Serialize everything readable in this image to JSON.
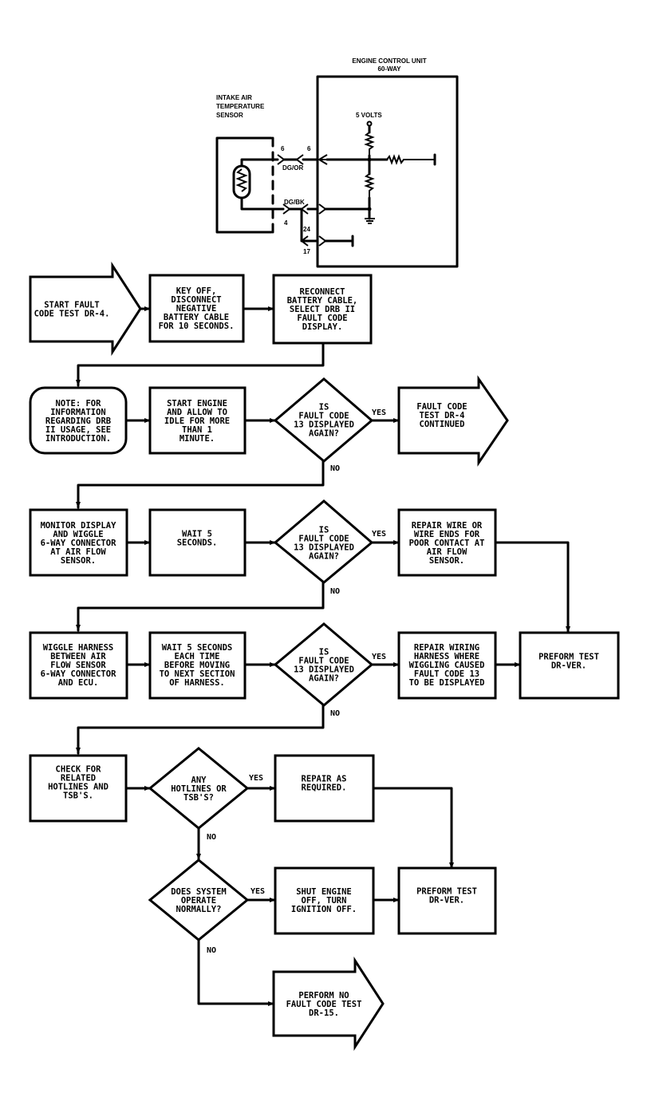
{
  "schematic": {
    "ecu_title": "ENGINE CONTROL UNIT",
    "ecu_subtitle": "60-WAY",
    "sensor_line1": "INTAKE AIR",
    "sensor_line2": "TEMPERATURE",
    "sensor_line3": "SENSOR",
    "volts": "5 VOLTS",
    "wire1": "DG/OR",
    "wire2": "DG/BK",
    "pin_sensor_a": "6",
    "pin_sensor_b": "4",
    "pin_ecu_a": "6",
    "pin_ecu_b": "24",
    "pin_ecu_c": "17"
  },
  "flow": {
    "start": [
      "START FAULT",
      "CODE TEST DR-4."
    ],
    "key_off": [
      "KEY OFF,",
      "DISCONNECT",
      "NEGATIVE",
      "BATTERY CABLE",
      "FOR 10 SECONDS."
    ],
    "reconnect": [
      "RECONNECT",
      "BATTERY CABLE,",
      "SELECT DRB II",
      "FAULT CODE",
      "DISPLAY."
    ],
    "note": [
      "NOTE: FOR",
      "INFORMATION",
      "REGARDING DRB",
      "II USAGE, SEE",
      "INTRODUCTION."
    ],
    "start_engine": [
      "START ENGINE",
      "AND ALLOW TO",
      "IDLE FOR MORE",
      "THAN 1",
      "MINUTE."
    ],
    "decision1": [
      "IS",
      "FAULT CODE",
      "13 DISPLAYED",
      "AGAIN?"
    ],
    "continued": [
      "FAULT CODE",
      "TEST DR-4",
      "CONTINUED"
    ],
    "monitor": [
      "MONITOR DISPLAY",
      "AND WIGGLE",
      "6-WAY CONNECTOR",
      "AT AIR FLOW",
      "SENSOR."
    ],
    "wait5": [
      "WAIT 5",
      "SECONDS."
    ],
    "decision2": [
      "IS",
      "FAULT CODE",
      "13 DISPLAYED",
      "AGAIN?"
    ],
    "repair_wire": [
      "REPAIR WIRE OR",
      "WIRE ENDS FOR",
      "POOR CONTACT AT",
      "AIR FLOW",
      "SENSOR."
    ],
    "wiggle_harness": [
      "WIGGLE HARNESS",
      "BETWEEN AIR",
      "FLOW SENSOR",
      "6-WAY CONNECTOR",
      "AND ECU."
    ],
    "wait5_each": [
      "WAIT 5 SECONDS",
      "EACH TIME",
      "BEFORE MOVING",
      "TO NEXT SECTION",
      "OF HARNESS."
    ],
    "decision3": [
      "IS",
      "FAULT CODE",
      "13 DISPLAYED",
      "AGAIN?"
    ],
    "repair_wiring": [
      "REPAIR WIRING",
      "HARNESS WHERE",
      "WIGGLING CAUSED",
      "FAULT CODE 13",
      "TO BE DISPLAYED"
    ],
    "perform_test1": [
      "PREFORM TEST",
      "DR-VER."
    ],
    "check_related": [
      "CHECK FOR",
      "RELATED",
      "HOTLINES AND",
      "TSB'S."
    ],
    "decision4": [
      "ANY",
      "HOTLINES OR",
      "TSB'S?"
    ],
    "repair_required": [
      "REPAIR AS",
      "REQUIRED."
    ],
    "decision5": [
      "DOES SYSTEM",
      "OPERATE",
      "NORMALLY?"
    ],
    "shut_engine": [
      "SHUT ENGINE",
      "OFF, TURN",
      "IGNITION OFF."
    ],
    "perform_test2": [
      "PREFORM TEST",
      "DR-VER."
    ],
    "no_fault": [
      "PERFORM NO",
      "FAULT CODE TEST",
      "DR-15."
    ],
    "yes_label": "YES",
    "no_label": "NO"
  }
}
